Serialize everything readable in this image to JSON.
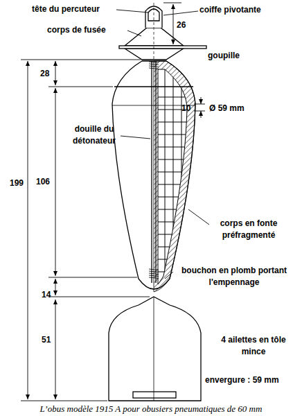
{
  "diagram": {
    "caption": "L’obus modèle 1915 A pour obusiers pneumatiques de 60 mm",
    "labels": [
      "tête du percuteur",
      "coiffe pivotante",
      "26",
      "corps de fusée",
      "goupille",
      "28",
      "10",
      "Ø 59 mm",
      "douille du détonateur",
      "199",
      "106",
      "corps en fonte préfragmenté",
      "bouchon en plomb portant l'empennage",
      "14",
      "51",
      "4 ailettes en tôle mince",
      "envergure : 59 mm"
    ]
  }
}
